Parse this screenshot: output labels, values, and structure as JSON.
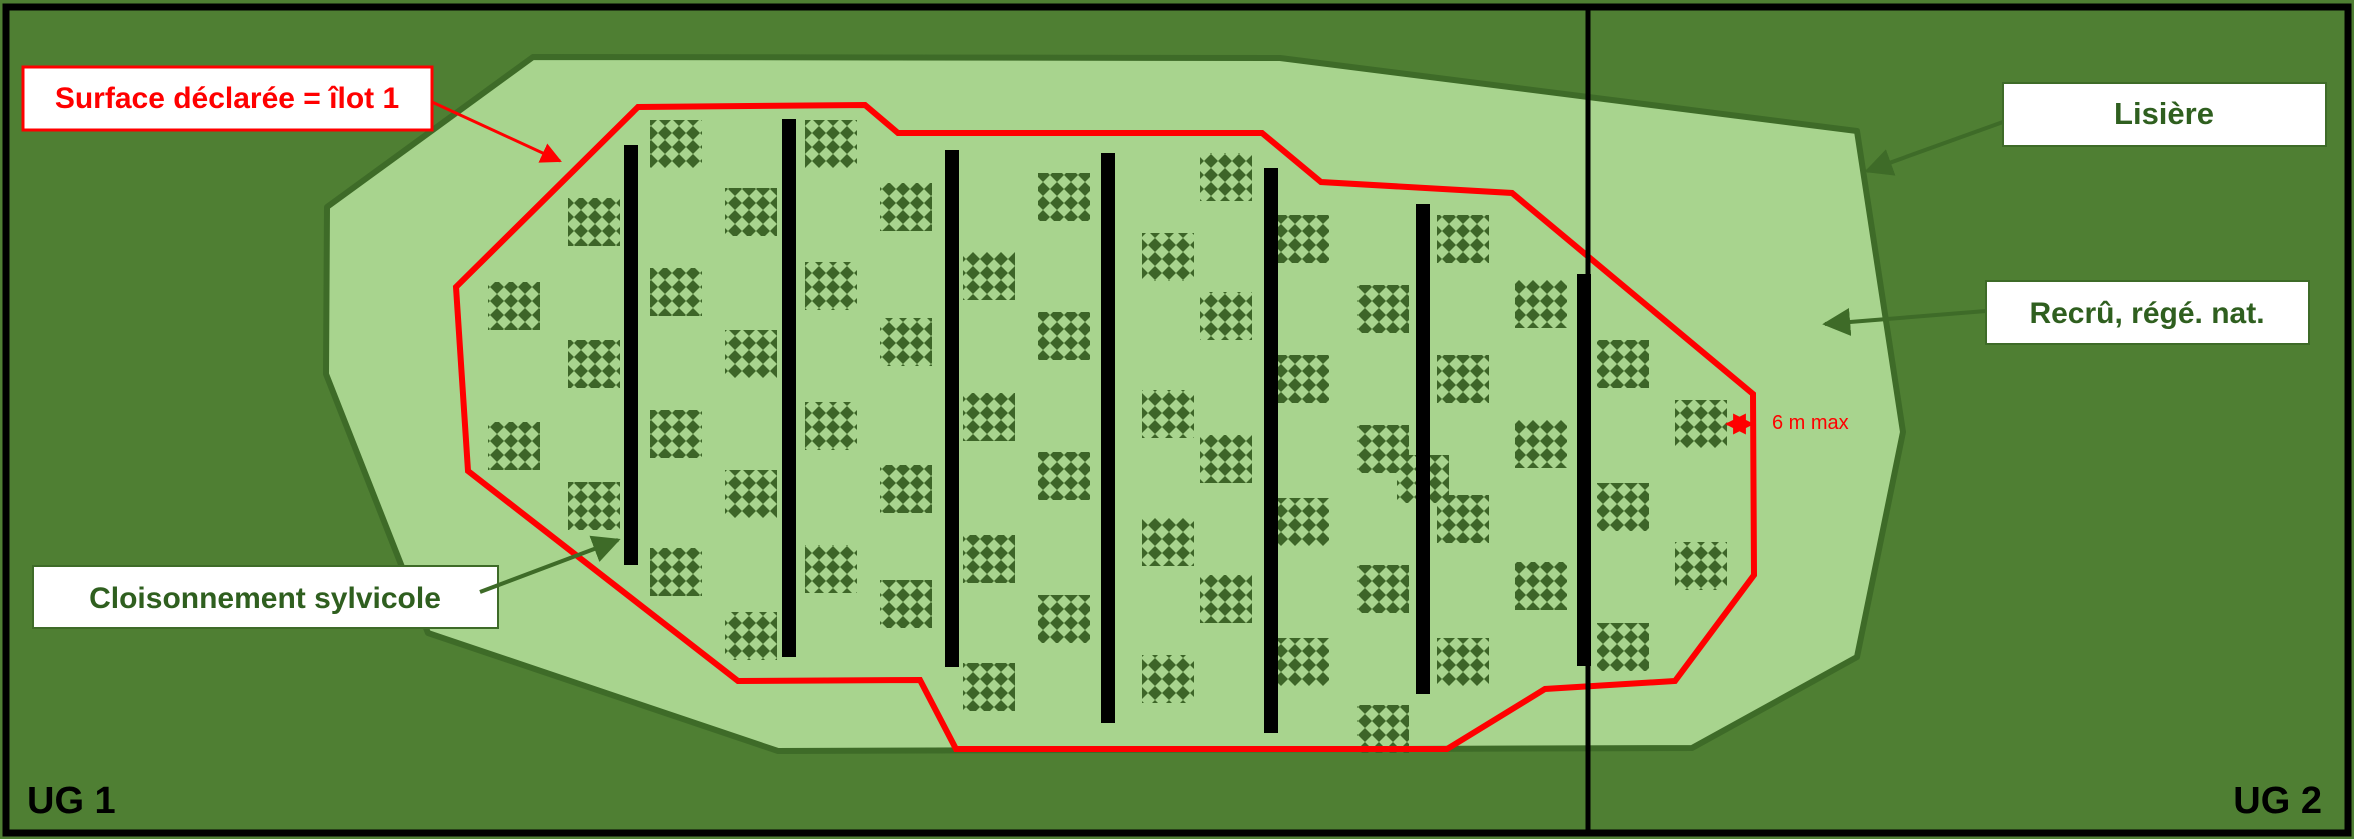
{
  "labels": {
    "declared_surface": "Surface déclarée = îlot 1",
    "edge": "Lisière",
    "regrowth": "Recrû, régé. nat.",
    "partition": "Cloisonnement sylvicole",
    "distance": "6 m max",
    "zone_left": "UG 1",
    "zone_right": "UG 2"
  },
  "colors": {
    "background": "#4f7f33",
    "parcel": "#a8d48e",
    "parcel_border": "#3e6b28",
    "declared_border": "#ff0000",
    "partition_line": "#000000",
    "tree_pattern": "#3d6528",
    "label_green_text": "#2f5f1f",
    "label_red_text": "#ff0000"
  },
  "icons": {
    "tree_cluster": "checkerboard-tree-icon",
    "arrow": "arrow-icon"
  }
}
